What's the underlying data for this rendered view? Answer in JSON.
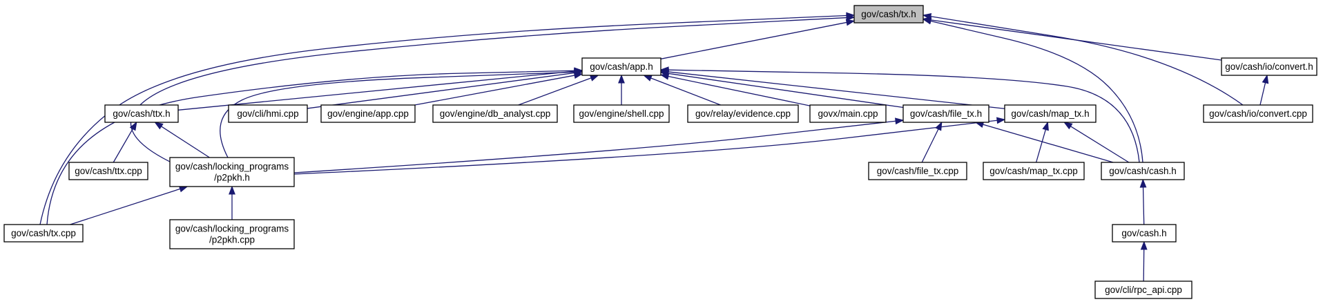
{
  "graph": {
    "title": "gov/cash/tx.h",
    "nodes": [
      {
        "id": "tx_h",
        "label": [
          "gov/cash/tx.h"
        ],
        "root": true
      },
      {
        "id": "app_h",
        "label": [
          "gov/cash/app.h"
        ]
      },
      {
        "id": "convert_h",
        "label": [
          "gov/cash/io/convert.h"
        ]
      },
      {
        "id": "convert_cpp",
        "label": [
          "gov/cash/io/convert.cpp"
        ]
      },
      {
        "id": "ttx_h",
        "label": [
          "gov/cash/ttx.h"
        ]
      },
      {
        "id": "hmi_cpp",
        "label": [
          "gov/cli/hmi.cpp"
        ]
      },
      {
        "id": "engine_app_cpp",
        "label": [
          "gov/engine/app.cpp"
        ]
      },
      {
        "id": "db_analyst_cpp",
        "label": [
          "gov/engine/db_analyst.cpp"
        ]
      },
      {
        "id": "shell_cpp",
        "label": [
          "gov/engine/shell.cpp"
        ]
      },
      {
        "id": "evidence_cpp",
        "label": [
          "gov/relay/evidence.cpp"
        ]
      },
      {
        "id": "govx_main_cpp",
        "label": [
          "govx/main.cpp"
        ]
      },
      {
        "id": "file_tx_h",
        "label": [
          "gov/cash/file_tx.h"
        ]
      },
      {
        "id": "map_tx_h",
        "label": [
          "gov/cash/map_tx.h"
        ]
      },
      {
        "id": "ttx_cpp",
        "label": [
          "gov/cash/ttx.cpp"
        ]
      },
      {
        "id": "p2pkh_h",
        "label": [
          "gov/cash/locking_programs",
          "/p2pkh.h"
        ]
      },
      {
        "id": "file_tx_cpp",
        "label": [
          "gov/cash/file_tx.cpp"
        ]
      },
      {
        "id": "map_tx_cpp",
        "label": [
          "gov/cash/map_tx.cpp"
        ]
      },
      {
        "id": "cash_cash_h",
        "label": [
          "gov/cash/cash.h"
        ]
      },
      {
        "id": "tx_cpp",
        "label": [
          "gov/cash/tx.cpp"
        ]
      },
      {
        "id": "p2pkh_cpp",
        "label": [
          "gov/cash/locking_programs",
          "/p2pkh.cpp"
        ]
      },
      {
        "id": "gov_cash_h",
        "label": [
          "gov/cash.h"
        ]
      },
      {
        "id": "rpc_api_cpp",
        "label": [
          "gov/cli/rpc_api.cpp"
        ]
      }
    ],
    "edges": [
      {
        "from": "app_h",
        "to": "tx_h"
      },
      {
        "from": "convert_h",
        "to": "tx_h"
      },
      {
        "from": "convert_cpp",
        "to": "tx_h"
      },
      {
        "from": "cash_cash_h",
        "to": "tx_h"
      },
      {
        "from": "tx_cpp",
        "to": "tx_h"
      },
      {
        "from": "p2pkh_h",
        "to": "tx_h"
      },
      {
        "from": "convert_cpp",
        "to": "convert_h"
      },
      {
        "from": "ttx_h",
        "to": "app_h"
      },
      {
        "from": "hmi_cpp",
        "to": "app_h"
      },
      {
        "from": "engine_app_cpp",
        "to": "app_h"
      },
      {
        "from": "db_analyst_cpp",
        "to": "app_h"
      },
      {
        "from": "shell_cpp",
        "to": "app_h"
      },
      {
        "from": "evidence_cpp",
        "to": "app_h"
      },
      {
        "from": "govx_main_cpp",
        "to": "app_h"
      },
      {
        "from": "file_tx_h",
        "to": "app_h"
      },
      {
        "from": "map_tx_h",
        "to": "app_h"
      },
      {
        "from": "cash_cash_h",
        "to": "app_h"
      },
      {
        "from": "p2pkh_h",
        "to": "app_h"
      },
      {
        "from": "tx_cpp",
        "to": "app_h"
      },
      {
        "from": "ttx_cpp",
        "to": "ttx_h"
      },
      {
        "from": "p2pkh_h",
        "to": "ttx_h"
      },
      {
        "from": "p2pkh_h",
        "to": "file_tx_h"
      },
      {
        "from": "file_tx_cpp",
        "to": "file_tx_h"
      },
      {
        "from": "cash_cash_h",
        "to": "file_tx_h"
      },
      {
        "from": "p2pkh_h",
        "to": "map_tx_h"
      },
      {
        "from": "map_tx_cpp",
        "to": "map_tx_h"
      },
      {
        "from": "cash_cash_h",
        "to": "map_tx_h"
      },
      {
        "from": "tx_cpp",
        "to": "p2pkh_h"
      },
      {
        "from": "p2pkh_cpp",
        "to": "p2pkh_h"
      },
      {
        "from": "gov_cash_h",
        "to": "cash_cash_h"
      },
      {
        "from": "rpc_api_cpp",
        "to": "gov_cash_h"
      }
    ]
  }
}
